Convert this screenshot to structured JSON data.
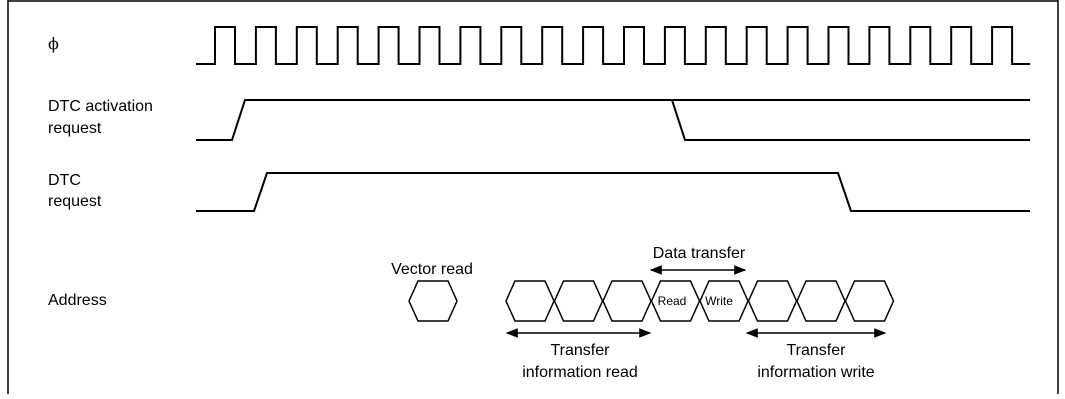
{
  "signals": {
    "phi": "ϕ",
    "activation_line1": "DTC activation",
    "activation_line2": "request",
    "dtc_line1": "DTC",
    "dtc_line2": "request",
    "address": "Address"
  },
  "annotations": {
    "vector_read": "Vector read",
    "data_transfer": "Data transfer",
    "read": "Read",
    "write": "Write",
    "transfer_read_line1": "Transfer",
    "transfer_read_line2": "information read",
    "transfer_write_line1": "Transfer",
    "transfer_write_line2": "information write"
  }
}
